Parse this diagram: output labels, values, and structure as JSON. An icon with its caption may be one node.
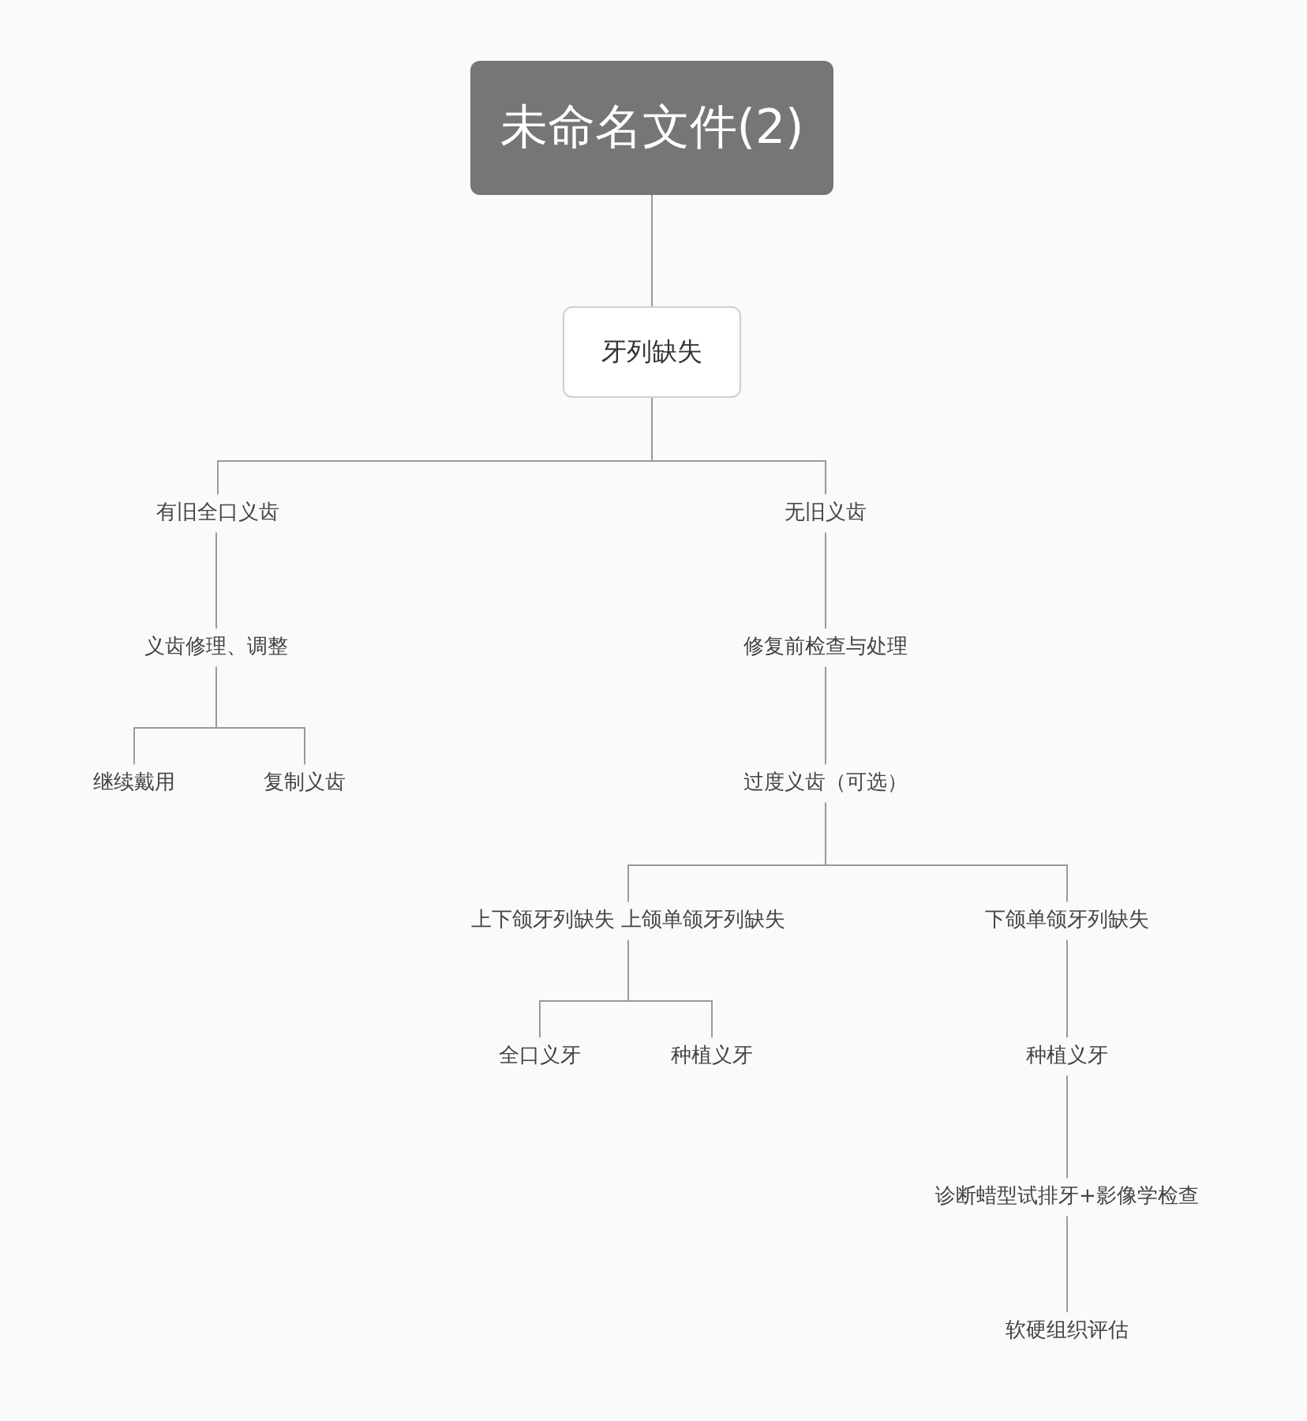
{
  "diagram": {
    "nodes": [
      {
        "text": [
          "未命名文件(2)"
        ]
      },
      {
        "text": [
          "牙列缺失"
        ]
      },
      {
        "text": [
          "有旧全口义齿"
        ]
      },
      {
        "text": [
          "义齿修理、调整"
        ]
      },
      {
        "text": [
          "继续戴用"
        ]
      },
      {
        "text": [
          "复制义齿"
        ]
      },
      {
        "text": [
          "无旧义齿"
        ]
      },
      {
        "text": [
          "修复前检查与处理"
        ]
      },
      {
        "text": [
          "过度义齿（可选）"
        ]
      },
      {
        "text": [
          "上下颌牙列缺失 上颌单颌牙列缺失"
        ]
      },
      {
        "text": [
          "全口义牙"
        ]
      },
      {
        "text": [
          "种植义牙"
        ]
      },
      {
        "text": [
          "下颌单颌牙列缺失"
        ]
      },
      {
        "text": [
          "种植义牙"
        ]
      },
      {
        "text": [
          "诊断蜡型试排牙+影像学检查"
        ]
      },
      {
        "text": [
          "软硬组织评估"
        ]
      }
    ],
    "edges": [
      {
        "from": 0,
        "to": 1,
        "arrow": "none"
      },
      {
        "from": 1,
        "to": 2,
        "arrow": "none"
      },
      {
        "from": 1,
        "to": 6,
        "arrow": "none"
      },
      {
        "from": 2,
        "to": 3,
        "arrow": "none"
      },
      {
        "from": 3,
        "to": 4,
        "arrow": "none"
      },
      {
        "from": 3,
        "to": 5,
        "arrow": "none"
      },
      {
        "from": 6,
        "to": 7,
        "arrow": "none"
      },
      {
        "from": 7,
        "to": 8,
        "arrow": "none"
      },
      {
        "from": 8,
        "to": 9,
        "arrow": "none"
      },
      {
        "from": 8,
        "to": 12,
        "arrow": "none"
      },
      {
        "from": 9,
        "to": 10,
        "arrow": "none"
      },
      {
        "from": 9,
        "to": 11,
        "arrow": "none"
      },
      {
        "from": 12,
        "to": 13,
        "arrow": "none"
      },
      {
        "from": 13,
        "to": 14,
        "arrow": "none"
      },
      {
        "from": 14,
        "to": 15,
        "arrow": "none"
      }
    ]
  }
}
